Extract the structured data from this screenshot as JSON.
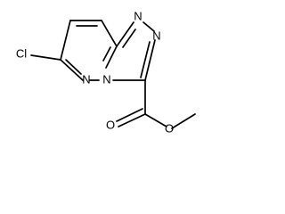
{
  "molecule": {
    "atom_labels": {
      "cl": "Cl",
      "n_pyridazine_lower": "N",
      "n_bridge": "N",
      "n_top": "N",
      "n_right": "N",
      "o_carbonyl": "O",
      "o_ester": "O"
    },
    "colors": {
      "bond": "#000000",
      "label": "#000000",
      "background": "#ffffff"
    }
  }
}
